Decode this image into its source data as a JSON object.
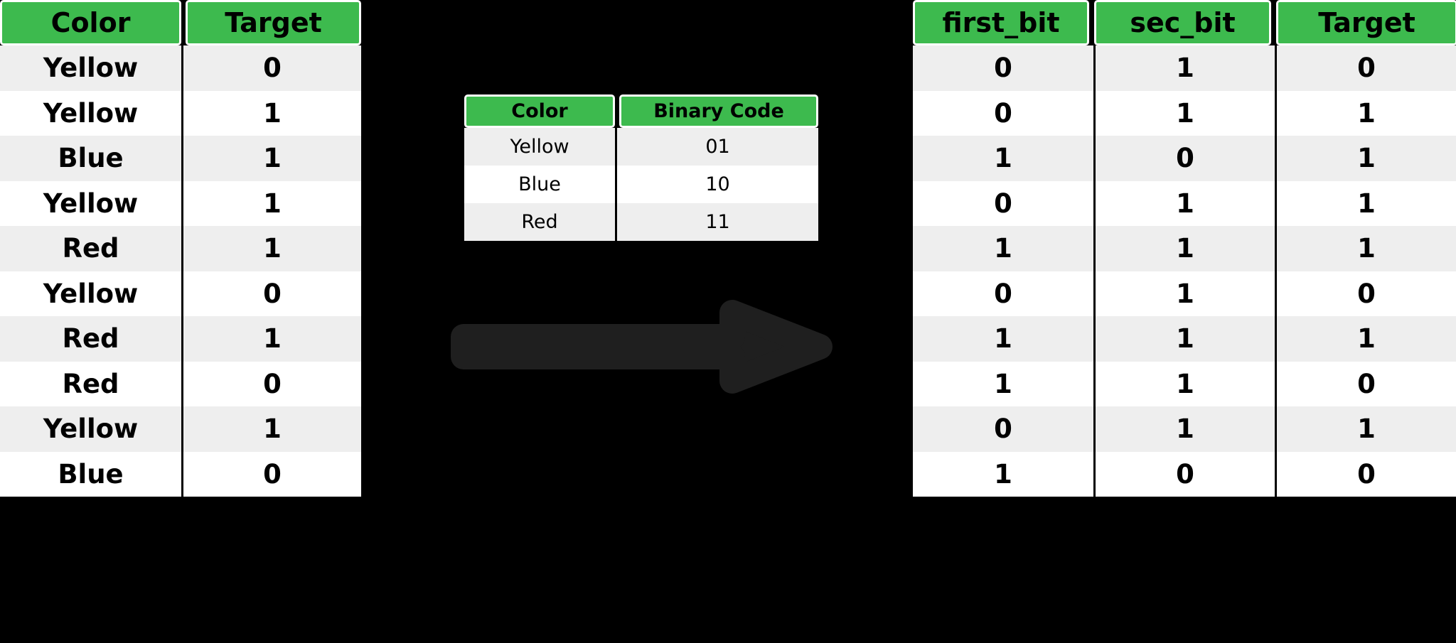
{
  "colors": {
    "header_green": "#3dba4e",
    "row_alt": "#eeeeee",
    "row_base": "#ffffff",
    "background": "#000000",
    "arrow": "#1f1f1f",
    "text": "#000000"
  },
  "left_table": {
    "name": "color-target-table",
    "headers": [
      "Color",
      "Target"
    ],
    "rows": [
      [
        "Yellow",
        "0"
      ],
      [
        "Yellow",
        "1"
      ],
      [
        "Blue",
        "1"
      ],
      [
        "Yellow",
        "1"
      ],
      [
        "Red",
        "1"
      ],
      [
        "Yellow",
        "0"
      ],
      [
        "Red",
        "1"
      ],
      [
        "Red",
        "0"
      ],
      [
        "Yellow",
        "1"
      ],
      [
        "Blue",
        "0"
      ]
    ]
  },
  "mapping_table": {
    "name": "color-binary-code-mapping",
    "headers": [
      "Color",
      "Binary Code"
    ],
    "rows": [
      [
        "Yellow",
        "01"
      ],
      [
        "Blue",
        "10"
      ],
      [
        "Red",
        "11"
      ]
    ]
  },
  "right_table": {
    "name": "binary-encoded-table",
    "headers": [
      "first_bit",
      "sec_bit",
      "Target"
    ],
    "rows": [
      [
        "0",
        "1",
        "0"
      ],
      [
        "0",
        "1",
        "1"
      ],
      [
        "1",
        "0",
        "1"
      ],
      [
        "0",
        "1",
        "1"
      ],
      [
        "1",
        "1",
        "1"
      ],
      [
        "0",
        "1",
        "0"
      ],
      [
        "1",
        "1",
        "1"
      ],
      [
        "1",
        "1",
        "0"
      ],
      [
        "0",
        "1",
        "1"
      ],
      [
        "1",
        "0",
        "0"
      ]
    ]
  },
  "arrow": {
    "name": "transform-arrow",
    "direction": "right",
    "label": ""
  }
}
